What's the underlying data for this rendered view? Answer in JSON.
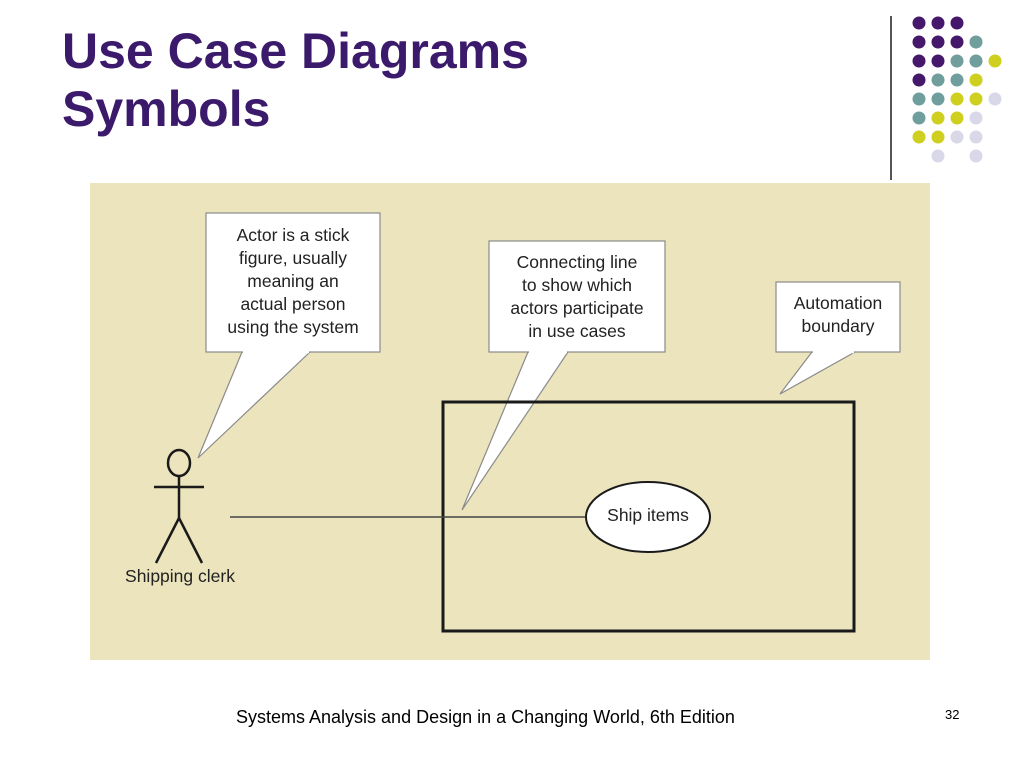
{
  "slide": {
    "title_line1": "Use Case Diagrams",
    "title_line2": "Symbols",
    "footer": "Systems Analysis and Design in a Changing World, 6th Edition",
    "page_number": "32"
  },
  "colors": {
    "title": "#3b1a6b",
    "panel_background": "#ebe4bd",
    "dot_purple": "#46186b",
    "dot_teal": "#6f9e9c",
    "dot_yellow": "#cfcf1f",
    "dot_lavender": "#d8d8e8"
  },
  "diagram": {
    "callouts": {
      "actor_line1": "Actor is a stick",
      "actor_line2": "figure, usually",
      "actor_line3": "meaning an",
      "actor_line4": "actual person",
      "actor_line5": "using the system",
      "connector_line1": "Connecting line",
      "connector_line2": "to show which",
      "connector_line3": "actors participate",
      "connector_line4": "in use cases",
      "boundary_line1": "Automation",
      "boundary_line2": "boundary"
    },
    "actor_label": "Shipping clerk",
    "use_case_label": "Ship items"
  }
}
